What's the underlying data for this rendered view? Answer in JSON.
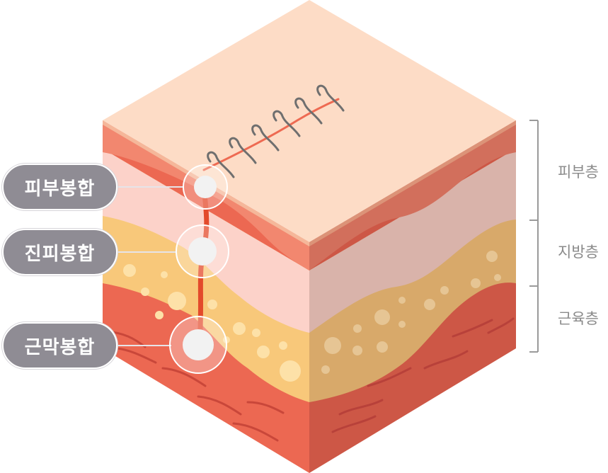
{
  "callouts": [
    {
      "label": "피부봉합"
    },
    {
      "label": "진피봉합"
    },
    {
      "label": "근막봉합"
    }
  ],
  "layers": [
    {
      "label": "피부층"
    },
    {
      "label": "지방층"
    },
    {
      "label": "근육층"
    }
  ],
  "colors": {
    "skin_top": "#fbd6bd",
    "epidermis": "#f28a72",
    "dermis": "#fbd0c6",
    "fat": "#f7c778",
    "muscle": "#e8644f",
    "suture_thread": "#e34a2b",
    "label_pill": "#8f8c94",
    "bracket": "#9a9a9a"
  }
}
